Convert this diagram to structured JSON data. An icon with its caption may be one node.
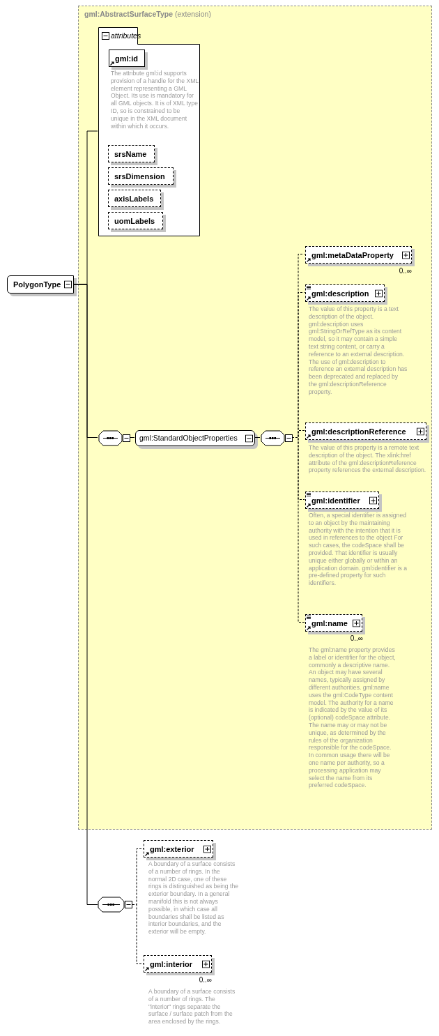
{
  "diagram": {
    "nodes": [
      {
        "text": [
          "**gml:AbstractSurfaceType** (extension)"
        ]
      },
      {
        "text": [
          "attributes"
        ],
        "in": 0
      },
      {
        "text": [
          "gml:id"
        ],
        "in": 1,
        "beside": [
          "The attribute gml:id supports provision of a handle for the XML element representing a GML Object. Its use is mandatory for all GML objects. It is of XML type ID, so is constrained to be unique in the XML document within which it occurs."
        ]
      },
      {
        "text": [
          "srsName"
        ],
        "in": 1
      },
      {
        "text": [
          "srsDimension"
        ],
        "in": 1
      },
      {
        "text": [
          "axisLabels"
        ],
        "in": 1
      },
      {
        "text": [
          "uomLabels"
        ],
        "in": 1
      },
      {
        "text": [
          "PolygonType"
        ]
      },
      {
        "text": [],
        "shape": "octagon",
        "in": 0
      },
      {
        "text": [
          "gml:StandardObjectProperties"
        ],
        "in": 0
      },
      {
        "text": [],
        "shape": "octagon",
        "in": 0
      },
      {
        "text": [
          "gml:metaDataProperty"
        ],
        "in": 0,
        "beside": [
          "0..∞"
        ]
      },
      {
        "text": [
          "gml:description"
        ],
        "in": 0,
        "beside": [
          "The value of this property is a text description of the object. gml:description uses gml:StringOrRefType as its content model, so it may contain a simple text string content, or carry a reference to an external description. The use of gml:description to reference an external description has been deprecated and replaced by the gml:descriptionReference property."
        ]
      },
      {
        "text": [
          "gml:descriptionReference"
        ],
        "in": 0,
        "beside": [
          "The value of this property is a remote text description of the object. The xlink:href attribute of the gml:descriptionReference property references the external description."
        ]
      },
      {
        "text": [
          "gml:identifier"
        ],
        "in": 0,
        "beside": [
          "Often, a special identifier is assigned to an object by the maintaining authority with the intention that it is used in references to the object For such cases, the codeSpace shall be provided. That identifier is usually unique either globally or within an application domain. gml:identifier is a pre-defined property for such identifiers."
        ]
      },
      {
        "text": [
          "gml:name"
        ],
        "in": 0,
        "beside": [
          "0..∞",
          "The gml:name property provides a label or identifier for the object, commonly a descriptive name. An object may have several names, typically assigned by different authorities. gml:name uses the gml:CodeType content model.  The authority for a name is indicated by the value of its (optional) codeSpace attribute.  The name may or may not be unique, as determined by the rules of the organization responsible for the codeSpace.  In common usage there will be one name per authority, so a processing application may select the name from its preferred codeSpace."
        ]
      },
      {
        "text": [],
        "shape": "octagon"
      },
      {
        "text": [
          "gml:exterior"
        ],
        "beside": [
          "A boundary of a surface consists of a number of rings. In the normal 2D case, one of these rings is distinguished as being the exterior boundary. In a general manifold this is not always possible, in which case all boundaries shall be listed as interior boundaries, and the exterior will be empty."
        ]
      },
      {
        "text": [
          "gml:interior"
        ],
        "beside": [
          "0..∞",
          "A boundary of a surface consists of a number of rings. The \"interior\" rings separate the surface / surface patch from the area enclosed by the rings."
        ]
      }
    ],
    "edges": [
      {
        "from": 7,
        "to": 1,
        "arrow": "none"
      },
      {
        "from": 7,
        "to": 8,
        "arrow": "none"
      },
      {
        "from": 7,
        "to": 16,
        "arrow": "none"
      },
      {
        "from": 8,
        "to": 9,
        "arrow": "none"
      },
      {
        "from": 9,
        "to": 10,
        "arrow": "none"
      },
      {
        "from": 10,
        "to": 11,
        "arrow": "none",
        "style": "dashed"
      },
      {
        "from": 10,
        "to": 12,
        "arrow": "none",
        "style": "dashed"
      },
      {
        "from": 10,
        "to": 13,
        "arrow": "none",
        "style": "dashed"
      },
      {
        "from": 10,
        "to": 14,
        "arrow": "none",
        "style": "dashed"
      },
      {
        "from": 10,
        "to": 15,
        "arrow": "none",
        "style": "dashed"
      },
      {
        "from": 16,
        "to": 17,
        "arrow": "none",
        "style": "dashed"
      },
      {
        "from": 16,
        "to": 18,
        "arrow": "none",
        "style": "dashed"
      }
    ]
  }
}
